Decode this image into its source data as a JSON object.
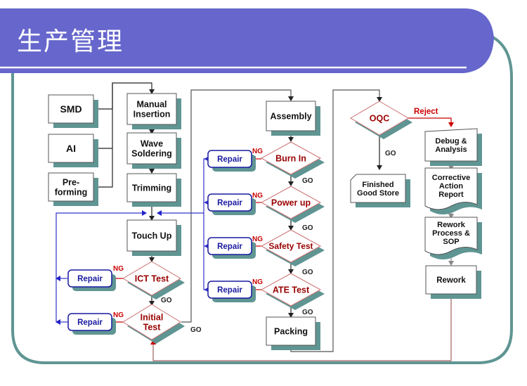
{
  "slide": {
    "title": "生产管理",
    "colors": {
      "header": "#6666cc",
      "frame": "#5f9593",
      "shadow": "#5f9593",
      "ng_red": "#cc0000",
      "decision_text": "#990000",
      "repair_blue": "#1a1aa0",
      "feedback_blue": "#3333cc",
      "flow_black": "#222222",
      "rework_line": "#a06060"
    }
  },
  "inputs": [
    {
      "label": "SMD"
    },
    {
      "label": "AI"
    },
    {
      "label": "Pre-\nforming"
    }
  ],
  "process": {
    "manual_insertion": "Manual\nInsertion",
    "wave_soldering": "Wave\nSoldering",
    "trimming": "Trimming",
    "touch_up": "Touch Up",
    "assembly": "Assembly",
    "packing": "Packing",
    "finished_good_store": "Finished\nGood Store",
    "rework": "Rework"
  },
  "decisions": {
    "ict_test": "ICT Test",
    "initial_test": "Initial\nTest",
    "burn_in": "Burn In",
    "power_up": "Power up",
    "safety_test": "Safety Test",
    "ate_test": "ATE Test",
    "oqc": "OQC"
  },
  "documents": {
    "debug_analysis": "Debug &\nAnalysis",
    "corrective_action": "Corrective\nAction\nReport",
    "rework_process": "Rework\nProcess &\nSOP"
  },
  "labels": {
    "repair": "Repair",
    "ng": "NG",
    "go": "GO",
    "reject": "Reject"
  }
}
